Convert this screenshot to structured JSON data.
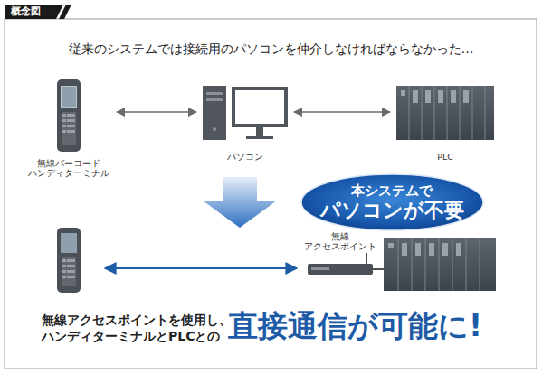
{
  "diagram": {
    "title": "従来のシステムでは接続用のパソコンを仲介しなければならなかった…",
    "nodes": [
      {
        "text": [
          "無線バーコード ハンディターミナル"
        ]
      },
      {
        "text": [
          "パソコン"
        ]
      },
      {
        "text": [
          "PLC"
        ]
      },
      {
        "text": [
          "本システムで",
          "パソコンが不要"
        ]
      },
      {
        "text": [
          "無線 アクセスポイント"
        ]
      }
    ],
    "edges": [
      {
        "from": 0,
        "to": 1,
        "arrow": "both"
      },
      {
        "from": 1,
        "to": 2,
        "arrow": "both"
      }
    ],
    "labels": [
      "概念図",
      "無線アクセスポイントを使用し、 ハンディターミナルとPLCとの",
      "直接通信が可能に!"
    ]
  }
}
